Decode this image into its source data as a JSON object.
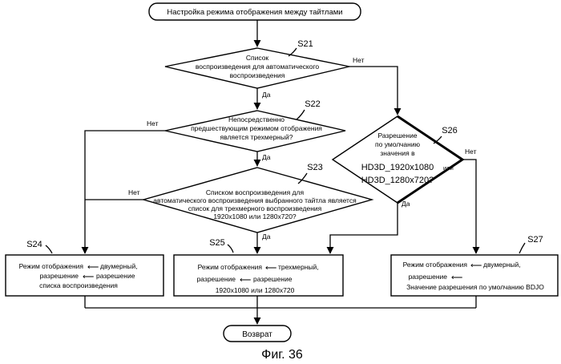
{
  "start": {
    "label": "Настройка режима отображения между тайтлами"
  },
  "end": {
    "label": "Возврат"
  },
  "figure_caption": "Фиг. 36",
  "decisions": {
    "s21": {
      "step": "S21",
      "lines": [
        "Список",
        "воспроизведения для автоматического",
        "воспроизведения"
      ],
      "yes": "Да",
      "no": "Нет"
    },
    "s22": {
      "step": "S22",
      "lines": [
        "Непосредственно",
        "предшествующим режимом отображения",
        "является трехмерный?"
      ],
      "yes": "Да",
      "no": "Нет"
    },
    "s23": {
      "step": "S23",
      "lines": [
        "Списком воспроизведения для",
        "автоматического воспроизведения выбранного тайтла является",
        "список для трехмерного воспроизведения",
        "1920x1080 или 1280x720?"
      ],
      "yes": "Да",
      "no": "Нет"
    },
    "s26": {
      "step": "S26",
      "lines": [
        "Разрешение",
        "по умолчанию",
        "значения в"
      ],
      "line4a": "HD3D_1920x1080",
      "line4b": "или",
      "line5": "HD3D_1280x720?",
      "yes": "Да",
      "no": "Нет"
    }
  },
  "processes": {
    "s24": {
      "step": "S24",
      "line1a": "Режим отображения",
      "line1b": "двумерный,",
      "line2a": "разрешение",
      "line2b": "разрешение",
      "line3": "списка воспроизведения"
    },
    "s25": {
      "step": "S25",
      "line1a": "Режим отображения",
      "line1b": "трехмерный,",
      "line2a": "разрешение",
      "line2b": "разрешение",
      "line3": "1920x1080 или 1280x720"
    },
    "s27": {
      "step": "S27",
      "line1a": "Режим отображения",
      "line1b": "двумерный,",
      "line2a": "разрешение",
      "line3": "Значение разрешения по умолчанию BDJO"
    }
  }
}
